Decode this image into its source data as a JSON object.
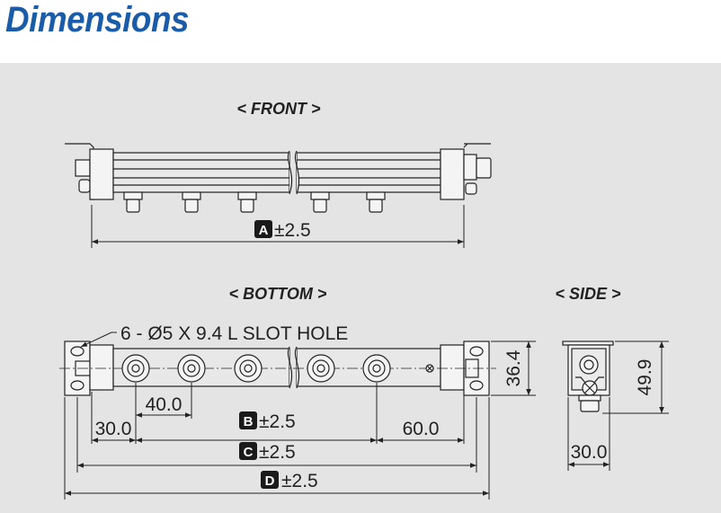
{
  "header": {
    "title": "Dimensions"
  },
  "views": {
    "front": {
      "title": "< FRONT >",
      "dim_a_badge": "A",
      "dim_a_tol": "±2.5"
    },
    "bottom": {
      "title": "< BOTTOM >",
      "slot_hole_note": "6 - Ø5 X 9.4 L SLOT HOLE",
      "dim_pitch": "40.0",
      "dim_left": "30.0",
      "dim_right": "60.0",
      "dim_height": "36.4",
      "dim_b_badge": "B",
      "dim_b_tol": "±2.5",
      "dim_c_badge": "C",
      "dim_c_tol": "±2.5",
      "dim_d_badge": "D",
      "dim_d_tol": "±2.5"
    },
    "side": {
      "title": "< SIDE >",
      "dim_height": "49.9",
      "dim_width": "30.0"
    }
  },
  "colors": {
    "title": "#1a5ca8",
    "panel": "#e4e4e4",
    "line": "#222222",
    "badge": "#1a1a1a"
  }
}
